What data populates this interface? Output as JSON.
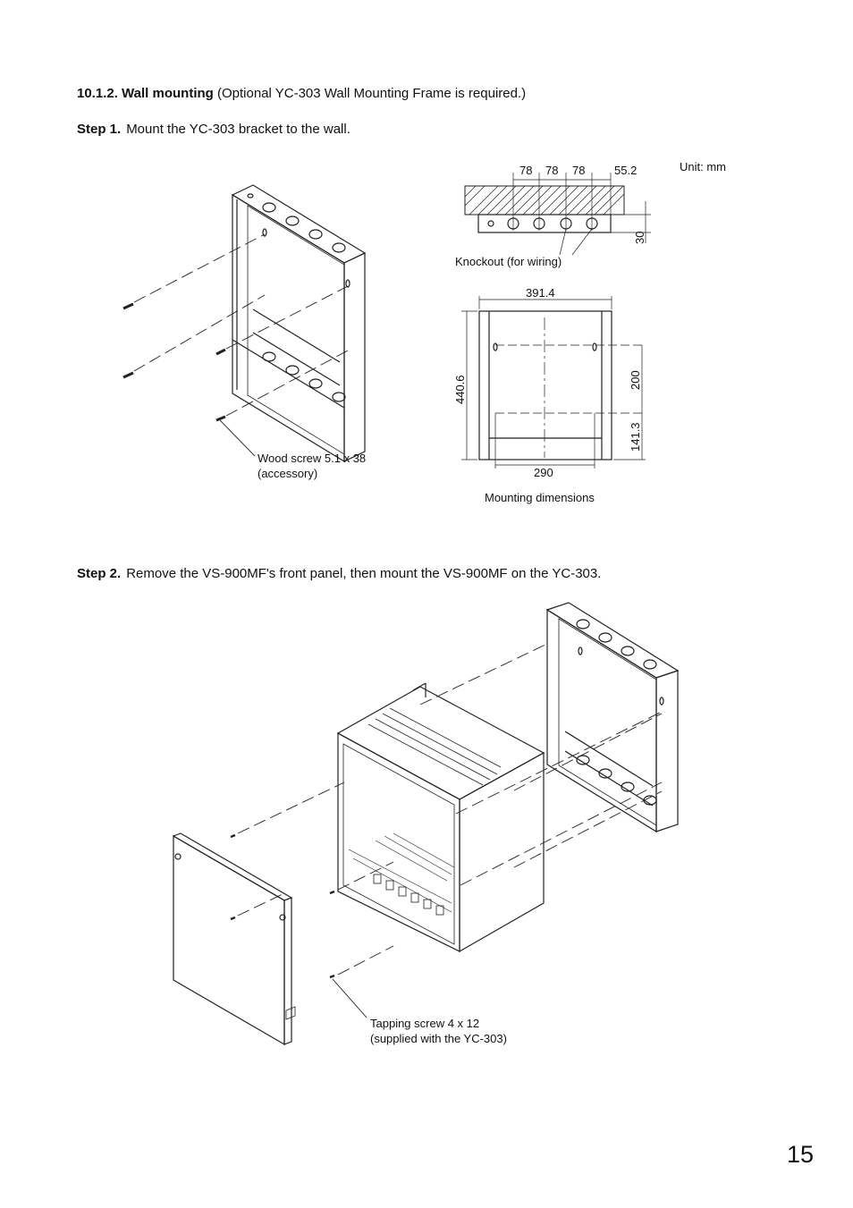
{
  "section": {
    "number": "10.1.2.",
    "title": "Wall mounting",
    "note": "(Optional YC-303 Wall Mounting Frame is required.)"
  },
  "step1": {
    "label": "Step 1.",
    "text": "Mount the YC-303 bracket to the wall."
  },
  "figure1": {
    "unit": "Unit: mm",
    "top_dims": [
      "78",
      "78",
      "78",
      "55.2"
    ],
    "side_dim": "30",
    "knockout_label": "Knockout (for wiring)",
    "width_dim": "391.4",
    "height_dim": "440.6",
    "upper_dim": "200",
    "lower_dim": "141.3",
    "bottom_dim": "290",
    "mounting_label": "Mounting dimensions",
    "wood_screw_line1": "Wood screw 5.1 x 38",
    "wood_screw_line2": "(accessory)"
  },
  "step2": {
    "label": "Step 2.",
    "text": "Remove the VS-900MF's front panel, then mount the VS-900MF on the YC-303."
  },
  "figure2": {
    "tapping_line1": "Tapping screw 4 x 12",
    "tapping_line2": "(supplied with the YC-303)"
  },
  "page_number": "15"
}
